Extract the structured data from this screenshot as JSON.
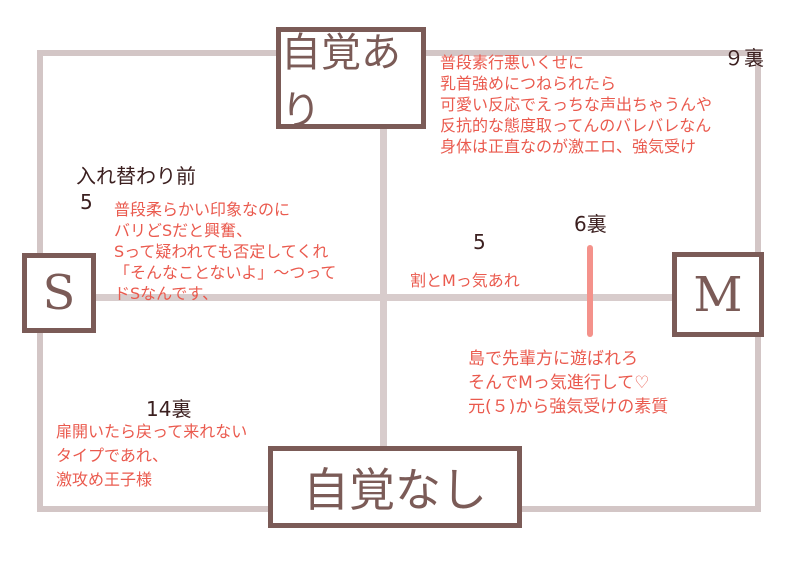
{
  "labels": {
    "top_box": "自覚あり",
    "bottom_box": "自覚なし",
    "left_box": "S",
    "right_box": "M"
  },
  "annotations": {
    "top_right_count": "９裏",
    "top_right_text": "普段素行悪いくせに\n乳首強めにつねられたら\n可愛い反応でえっちな声出ちゃうんや\n反抗的な態度取ってんのバレバレなん\n身体は正直なのが激エロ、強気受け",
    "top_left_title": "入れ替わり前",
    "top_left_count": "5",
    "top_left_text": "普段柔らかい印象なのに\nバリどSだと興奮、\nSって疑われても否定してくれ\n「そんなことないよ」〜つって\nドSなんです、",
    "center_count": "5",
    "center_text": "割とMっ気あれ",
    "right_count": "6裏",
    "bottom_right_text": "島で先輩方に遊ばれろ\nそんでMっ気進行して♡\n元(５)から強気受けの素質",
    "bottom_left_count": "14裏",
    "bottom_left_text": "扉開いたら戻って来れない\nタイプであれ、\n激攻め王子様"
  },
  "colors": {
    "frame": "#d3c6c6",
    "box": "#7b5b57",
    "red_text": "#ea5a4e",
    "dark_text": "#3b1f1f",
    "red_line": "#f4928b"
  }
}
